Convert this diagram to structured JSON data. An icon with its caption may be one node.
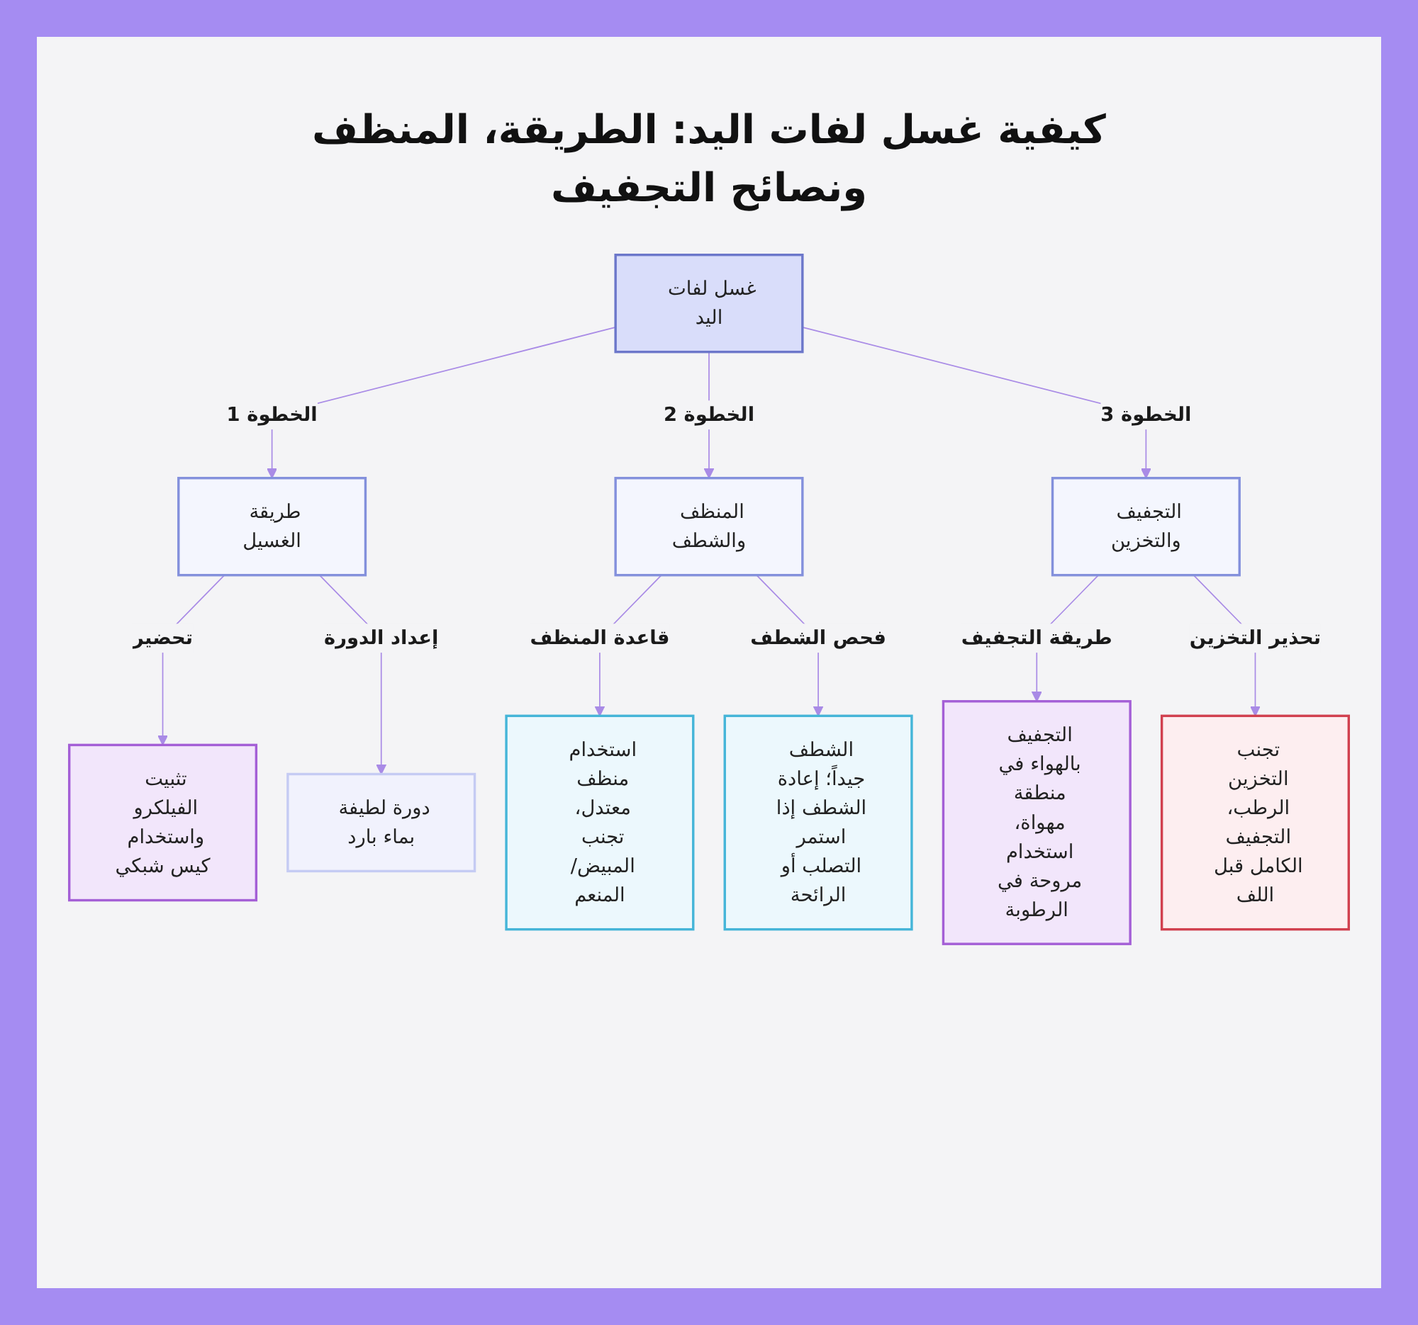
{
  "diagram": {
    "title": "كيفية غسل لفات اليد: الطريقة، المنظف ونصائح التجفيف",
    "nodes": [
      {
        "text": [
          "غسل لفات اليد"
        ]
      },
      {
        "text": [
          "طريقة الغسيل"
        ]
      },
      {
        "text": [
          "المنظف والشطف"
        ]
      },
      {
        "text": [
          "التجفيف والتخزين"
        ]
      },
      {
        "text": [
          "تثبيت الفيلكرو واستخدام كيس شبكي"
        ]
      },
      {
        "text": [
          "دورة لطيفة بماء بارد"
        ]
      },
      {
        "text": [
          "استخدام منظف معتدل، تجنب المبيض/ المنعم"
        ]
      },
      {
        "text": [
          "الشطف جيداً؛ إعادة الشطف إذا استمر التصلب أو الرائحة"
        ]
      },
      {
        "text": [
          "التجفيف بالهواء في منطقة مهواة، استخدام مروحة في الرطوبة"
        ]
      },
      {
        "text": [
          "تجنب التخزين الرطب، التجفيف الكامل قبل اللف"
        ]
      }
    ],
    "edges": [
      {
        "from": 0,
        "to": 1,
        "arrow": "to",
        "label": "الخطوة 1"
      },
      {
        "from": 0,
        "to": 2,
        "arrow": "to",
        "label": "الخطوة 2"
      },
      {
        "from": 0,
        "to": 3,
        "arrow": "to",
        "label": "الخطوة 3"
      },
      {
        "from": 1,
        "to": 4,
        "arrow": "to",
        "label": "تحضير"
      },
      {
        "from": 1,
        "to": 5,
        "arrow": "to",
        "label": "إعداد الدورة"
      },
      {
        "from": 2,
        "to": 6,
        "arrow": "to",
        "label": "قاعدة المنظف"
      },
      {
        "from": 2,
        "to": 7,
        "arrow": "to",
        "label": "فحص الشطف"
      },
      {
        "from": 3,
        "to": 8,
        "arrow": "to",
        "label": "طريقة التجفيف"
      },
      {
        "from": 3,
        "to": 9,
        "arrow": "to",
        "label": "تحذير التخزين"
      }
    ]
  }
}
